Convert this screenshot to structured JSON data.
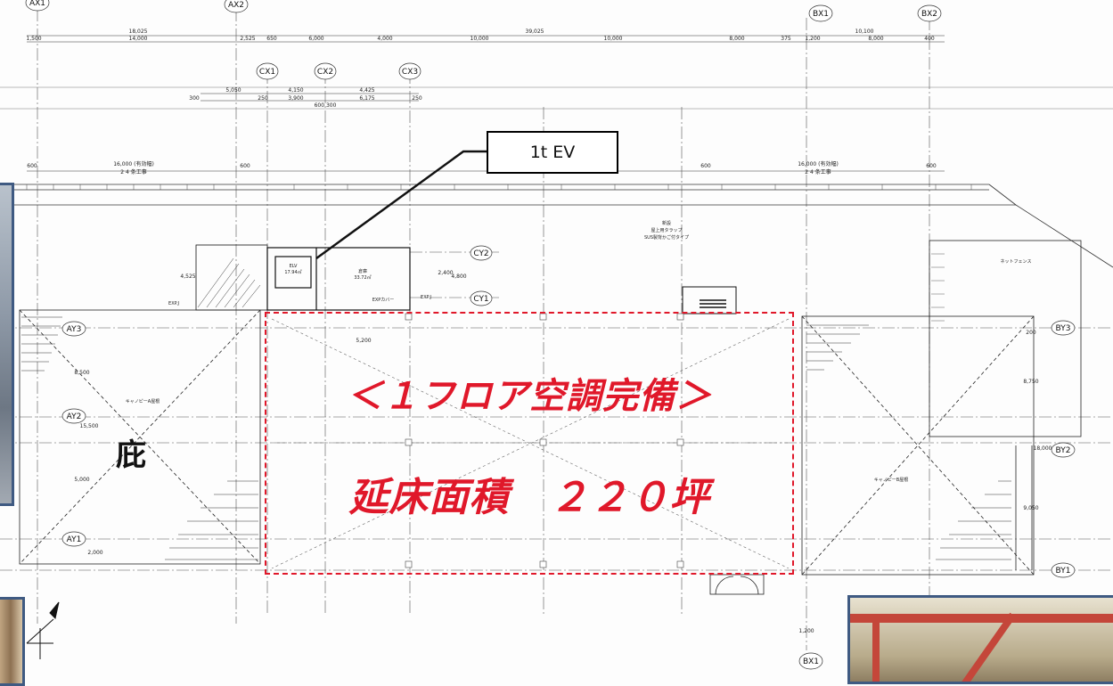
{
  "grid_labels": {
    "ax1": "AX1",
    "ax2": "AX2",
    "bx1": "BX1",
    "bx2": "BX2",
    "bx1_bottom": "BX1",
    "cx1": "CX1",
    "cx2": "CX2",
    "cx3": "CX3",
    "ay1": "AY1",
    "ay2": "AY2",
    "ay3": "AY3",
    "by1": "BY1",
    "by2": "BY2",
    "by3": "BY3",
    "cy1": "CY1",
    "cy2": "CY2"
  },
  "dimensions": {
    "total_top": "39,025",
    "left_total": "18,025",
    "right_total": "10,100",
    "d1500": "1,500",
    "d14000": "14,000",
    "d2525": "2,525",
    "d650": "650",
    "d6000a": "6,000",
    "d4000": "4,000",
    "d10000a": "10,000",
    "d10000b": "10,000",
    "d8000a": "8,000",
    "d375": "375",
    "d1200": "1,200",
    "d8000b": "8,000",
    "d400": "400",
    "d5050": "5,050",
    "d4150": "4,150",
    "d4425": "4,425",
    "d300": "300",
    "d250a": "250",
    "d3900": "3,900",
    "d6175": "6,175",
    "d250b": "250",
    "d600300": "600 300",
    "d600a": "600",
    "d16000l": "16,000 (有効幅)",
    "d24l": "2 4 条工事",
    "d600b": "600",
    "d600c": "600",
    "d16000r": "16,000 (有効幅)",
    "d24r": "2 4 条工事",
    "d600d": "600",
    "d5200": "5,200",
    "d8500": "8,500",
    "d15500": "15,500",
    "d5000": "5,000",
    "d2000": "2,000",
    "d4525": "4,525",
    "d2400": "2,400",
    "d4800": "4,800",
    "d8750": "8,750",
    "d18000": "18,000",
    "d9050": "9,050",
    "d200": "200",
    "d1200b": "1,200"
  },
  "room_labels": {
    "elv": "ELV",
    "elv_area": "17.94㎡",
    "stair_room": "倉庫",
    "stair_area": "33.72㎡",
    "exp_cover": "EXPカバー",
    "exp_j_left": "EXP.J",
    "exp_j_right": "EXP.J",
    "canopy_a": "キャノピーA屋根",
    "canopy_b": "キャノピーB屋根",
    "roof_note1": "新設",
    "roof_note2": "屋上用タラップ",
    "roof_note3": "SUS製背かご付タイプ",
    "net_fence": "ネットフェンス"
  },
  "callout": {
    "ev_label": "1t EV"
  },
  "overlay": {
    "feature_line1": "＜１フロア空調完備＞",
    "feature_line2": "延床面積　２２０坪",
    "canopy_label": "庇"
  },
  "colors": {
    "highlight": "#e0182a",
    "photo_border": "#3f5a82"
  }
}
